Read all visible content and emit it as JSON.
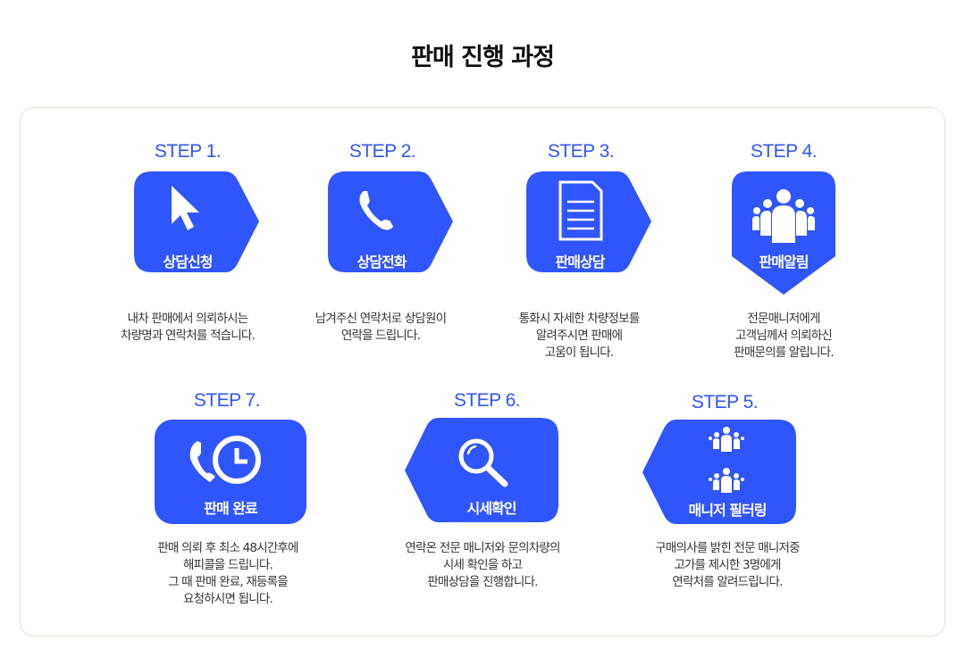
{
  "title": "판매 진행 과정",
  "colors": {
    "accent": "#2f55fc"
  },
  "steps": [
    {
      "step": "STEP 1.",
      "label": "상담신청",
      "icon": "cursor-icon",
      "desc": [
        "내차 판매에서 의뢰하시는",
        "차량명과 연락처를 적습니다."
      ]
    },
    {
      "step": "STEP 2.",
      "label": "상담전화",
      "icon": "phone-icon",
      "desc": [
        "남겨주신 연락처로 상담원이",
        "연락을 드립니다."
      ]
    },
    {
      "step": "STEP 3.",
      "label": "판매상담",
      "icon": "document-icon",
      "desc": [
        "통화시 자세한 차량정보를",
        "알려주시면 판매에",
        "고움이 됩니다."
      ]
    },
    {
      "step": "STEP 4.",
      "label": "판매알림",
      "icon": "group-icon",
      "desc": [
        "전문매니저에게",
        "고객님께서 의뢰하신",
        "판매문의를 알립니다."
      ]
    },
    {
      "step": "STEP 5.",
      "label": "매니저 필터링",
      "icon": "group-icon",
      "desc": [
        "구매의사를 밝힌 전문 매니저중",
        "고가를 제시한 3명에게",
        "연락처를 알려드립니다."
      ]
    },
    {
      "step": "STEP 6.",
      "label": "시세확인",
      "icon": "search-icon",
      "desc": [
        "연락온 전문 매니저와 문의차량의",
        "시세 확인을 하고",
        "판매상담을 진행합니다."
      ]
    },
    {
      "step": "STEP 7.",
      "label": "판매 완료",
      "icon": "phone-clock-icon",
      "desc": [
        "판매 의뢰 후 최소 48시간후에",
        "해피콜을 드립니다.",
        "그 때 판매 완료, 재등록을",
        "요청하시면 됩니다."
      ]
    }
  ]
}
